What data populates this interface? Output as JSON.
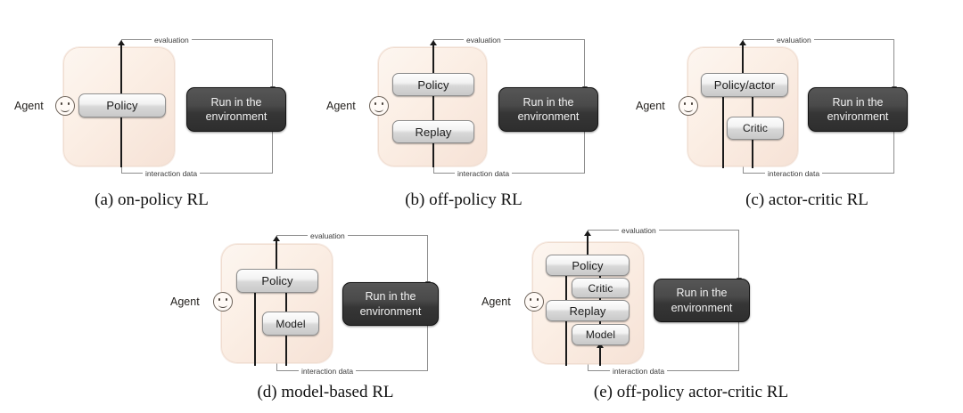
{
  "figure": {
    "panels": [
      {
        "id": "a",
        "caption": "(a) on-policy RL",
        "agent_label": "Agent",
        "modules": [
          "Policy"
        ],
        "env_label": "Run in the\nenvironment",
        "env_line1": "Run in the",
        "env_line2": "environment",
        "edge_top": "evaluation",
        "edge_bottom": "interaction data"
      },
      {
        "id": "b",
        "caption": "(b) off-policy RL",
        "agent_label": "Agent",
        "modules": [
          "Policy",
          "Replay"
        ],
        "env_line1": "Run in the",
        "env_line2": "environment",
        "edge_top": "evaluation",
        "edge_bottom": "interaction data"
      },
      {
        "id": "c",
        "caption": "(c) actor-critic RL",
        "agent_label": "Agent",
        "modules": [
          "Policy/actor",
          "Critic"
        ],
        "env_line1": "Run in the",
        "env_line2": "environment",
        "edge_top": "evaluation",
        "edge_bottom": "interaction data"
      },
      {
        "id": "d",
        "caption": "(d) model-based RL",
        "agent_label": "Agent",
        "modules": [
          "Policy",
          "Model"
        ],
        "env_line1": "Run in the",
        "env_line2": "environment",
        "edge_top": "evaluation",
        "edge_bottom": "interaction data"
      },
      {
        "id": "e",
        "caption": "(e) off-policy actor-critic RL",
        "agent_label": "Agent",
        "modules": [
          "Policy",
          "Critic",
          "Replay",
          "Model"
        ],
        "env_line1": "Run in the",
        "env_line2": "environment",
        "edge_top": "evaluation",
        "edge_bottom": "interaction data"
      }
    ],
    "colors": {
      "agent_panel_light": "#fdf6f0",
      "agent_panel_dark": "#f6e2d6",
      "module_face": "#e8e8e8",
      "env_box": "#3a3a3a",
      "wire": "#8d8d8d",
      "arrow": "#1a1a1a",
      "text": "#111111",
      "background": "#ffffff"
    }
  }
}
